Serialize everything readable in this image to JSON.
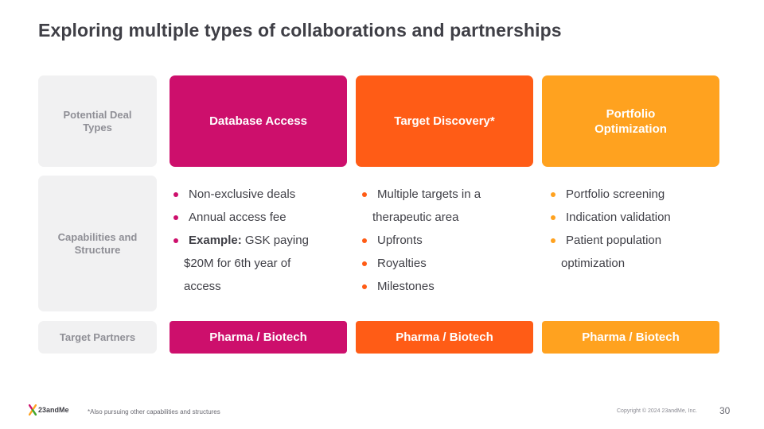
{
  "title": "Exploring multiple types of collaborations and partnerships",
  "row_labels": {
    "deal_types": "Potential Deal Types",
    "capabilities": "Capabilities and Structure",
    "partners": "Target Partners"
  },
  "columns": [
    {
      "header": "Database Access",
      "color": "#cd0f6c",
      "partner": "Pharma / Biotech",
      "items": [
        {
          "text": "Non-exclusive deals"
        },
        {
          "text": "Annual access fee"
        },
        {
          "bold": "Example:",
          "text": " GSK paying"
        },
        {
          "cont": "$20M for 6th year of"
        },
        {
          "cont": "access"
        }
      ]
    },
    {
      "header": "Target Discovery*",
      "color": "#ff5c16",
      "partner": "Pharma / Biotech",
      "items": [
        {
          "text": "Multiple targets in a"
        },
        {
          "cont": "therapeutic area"
        },
        {
          "text": "Upfronts"
        },
        {
          "text": "Royalties"
        },
        {
          "text": "Milestones"
        }
      ]
    },
    {
      "header": "Portfolio Optimization",
      "color": "#ffa21f",
      "partner": "Pharma / Biotech",
      "items": [
        {
          "text": "Portfolio screening"
        },
        {
          "text": "Indication validation"
        },
        {
          "text": "Patient population"
        },
        {
          "cont": "optimization"
        }
      ]
    }
  ],
  "footer": {
    "logo_text": "23andMe",
    "note": "*Also pursuing other capabilities and structures",
    "copyright": "Copyright © 2024 23andMe, Inc.",
    "page_number": "30"
  }
}
